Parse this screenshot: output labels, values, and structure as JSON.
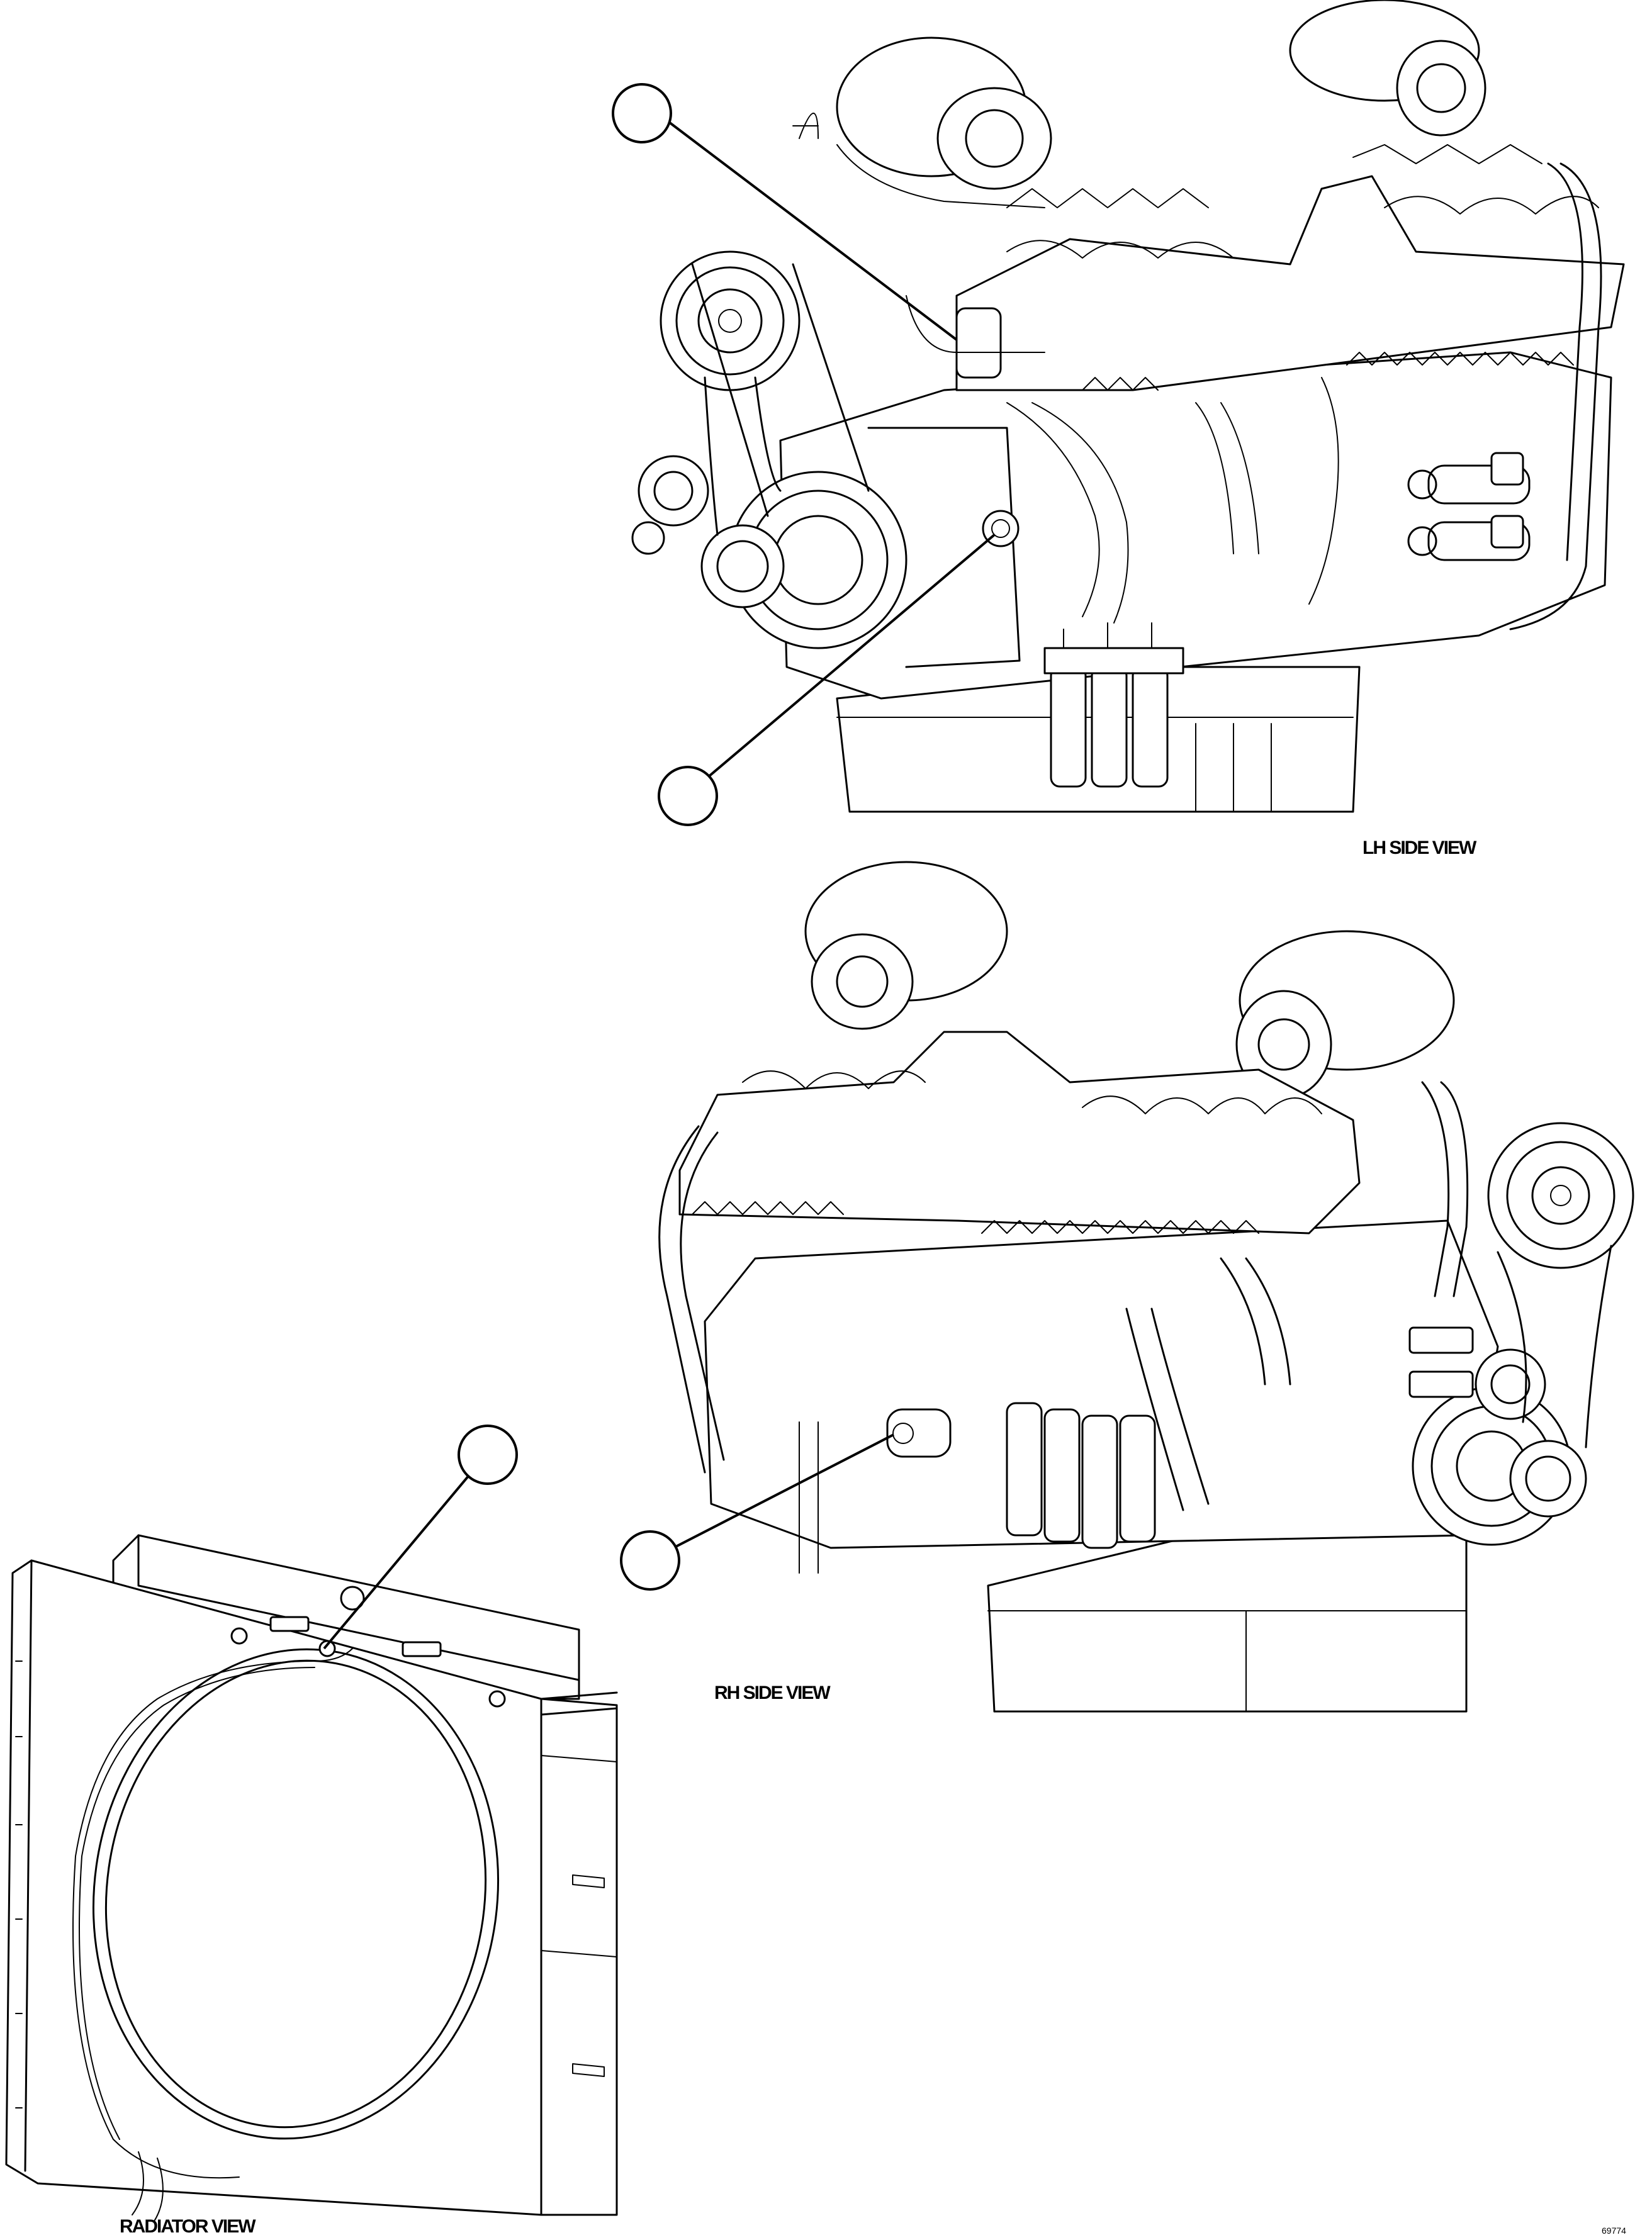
{
  "views": [
    {
      "id": "lh",
      "label": "LH SIDE VIEW"
    },
    {
      "id": "rh",
      "label": "RH SIDE VIEW"
    },
    {
      "id": "radiator",
      "label": "RADIATOR VIEW"
    }
  ],
  "figure_id": "69774",
  "callouts": [
    {
      "id": "lh-top",
      "text": ""
    },
    {
      "id": "lh-bottom",
      "text": ""
    },
    {
      "id": "rh",
      "text": ""
    },
    {
      "id": "radiator",
      "text": ""
    }
  ]
}
